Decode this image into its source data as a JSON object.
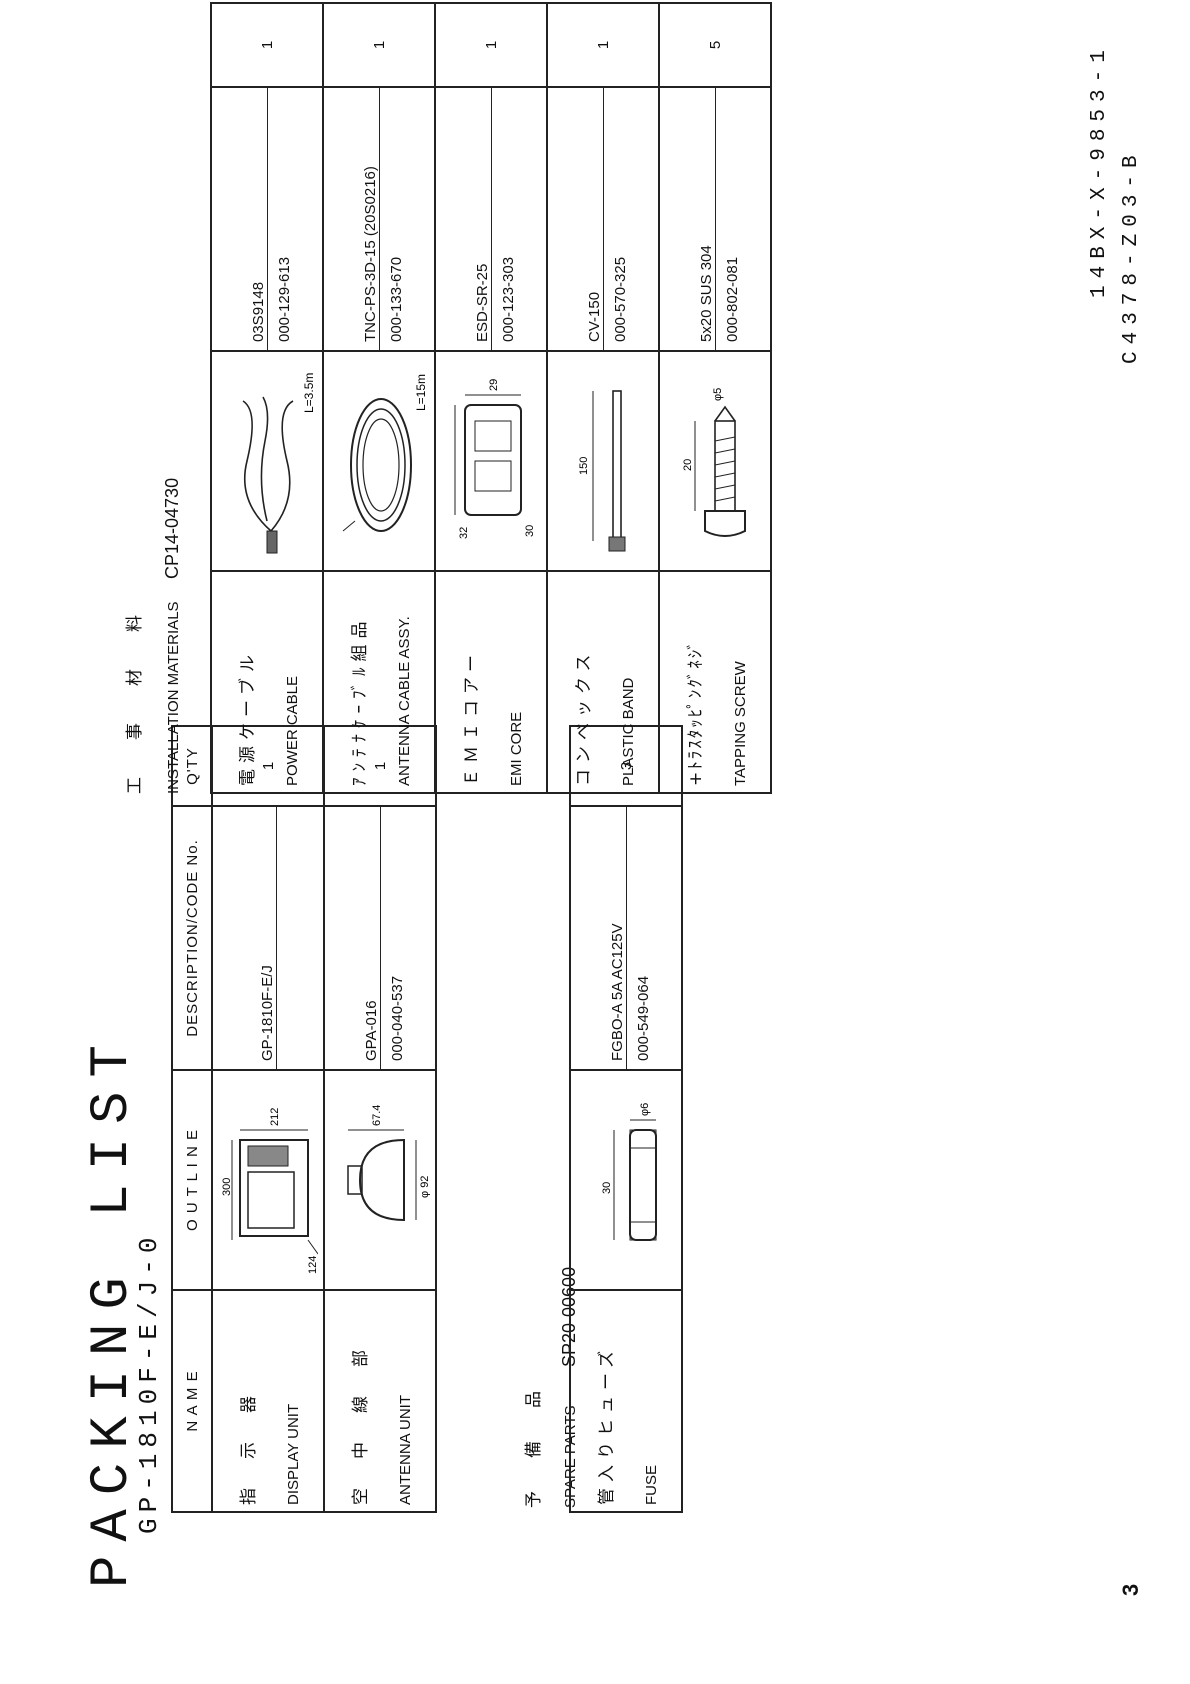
{
  "doc": {
    "number": "14BX-X-9853-1",
    "drawing_no": "C4378-Z03-B",
    "page_number": "3"
  },
  "title": {
    "main": "PACKING LIST",
    "model": "GP-1810F-E/J-0"
  },
  "headers": {
    "name": "N A M E",
    "outline": "O U T L I N E",
    "description": "DESCRIPTION/CODE No.",
    "qty": "Q'TY"
  },
  "units": [
    {
      "name_jp": "指　示　器",
      "name_en": "DISPLAY UNIT",
      "desc": "GP-1810F-E/J",
      "code": "",
      "qty": "1",
      "dims": [
        "300",
        "212",
        "124"
      ]
    },
    {
      "name_jp": "空　中　線　部",
      "name_en": "ANTENNA UNIT",
      "desc": "GPA-016",
      "code": "000-040-537",
      "qty": "1",
      "dims": [
        "67.4",
        "φ 92"
      ]
    }
  ],
  "spare": {
    "title_jp": "予　備　品",
    "title_en": "SPARE PARTS",
    "code": "SP20-00600"
  },
  "spare_items": [
    {
      "name_jp": "管入りヒューズ",
      "name_en": "FUSE",
      "desc": "FGBO-A 5A AC125V",
      "code": "000-549-064",
      "qty": "3",
      "dims": [
        "30",
        "φ6"
      ]
    }
  ],
  "install": {
    "title_jp": "工　事　材　料",
    "title_en": "INSTALLATION MATERIALS",
    "code": "CP14-04730"
  },
  "install_items": [
    {
      "name_jp": "電源ケーブル",
      "name_en": "POWER CABLE",
      "desc": "03S9148",
      "code": "000-129-613",
      "qty": "1",
      "dims": [
        "L=3.5m"
      ]
    },
    {
      "name_jp": "ｱﾝﾃﾅｹｰﾌﾞﾙ組品",
      "name_en": "ANTENNA CABLE ASSY.",
      "desc": "TNC-PS-3D-15 (20S0216)",
      "code": "000-133-670",
      "qty": "1",
      "dims": [
        "L=15m"
      ]
    },
    {
      "name_jp": "ＥＭＩコアー",
      "name_en": "EMI CORE",
      "desc": "ESD-SR-25",
      "code": "000-123-303",
      "qty": "1",
      "dims": [
        "32",
        "30",
        "29"
      ]
    },
    {
      "name_jp": "コンベックス",
      "name_en": "PLASTIC BAND",
      "desc": "CV-150",
      "code": "000-570-325",
      "qty": "1",
      "dims": [
        "150"
      ]
    },
    {
      "name_jp": "+ﾄﾗｽﾀｯﾋﾟﾝｸﾞﾈｼﾞ",
      "name_en": "TAPPING SCREW",
      "desc": "5x20 SUS 304",
      "code": "000-802-081",
      "qty": "5",
      "dims": [
        "20",
        "φ5"
      ]
    }
  ]
}
